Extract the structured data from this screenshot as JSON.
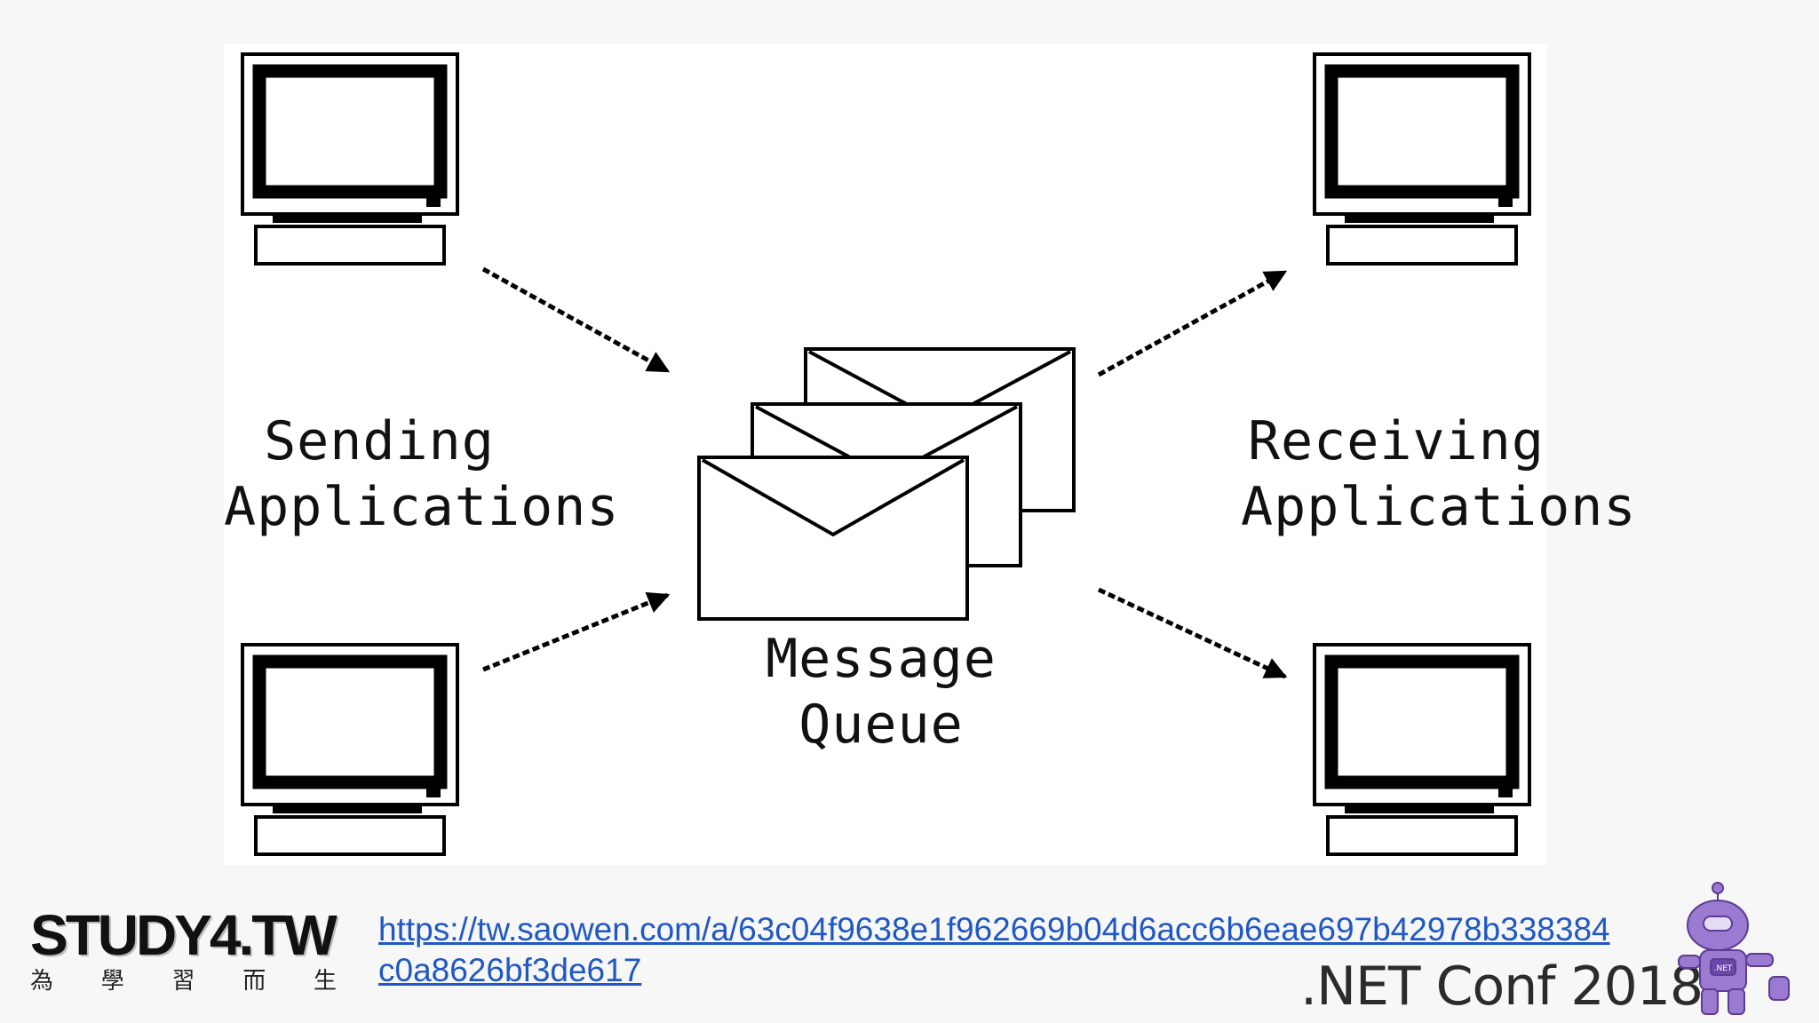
{
  "diagram": {
    "sending_label_line1": "Sending",
    "sending_label_line2": "Applications",
    "receiving_label_line1": "Receiving",
    "receiving_label_line2": "Applications",
    "queue_label_line1": "Message",
    "queue_label_line2": "Queue"
  },
  "footer": {
    "logo_text": "STUDY4.TW",
    "logo_subtitle_chars": [
      "為",
      "學",
      "習",
      "而",
      "生"
    ],
    "link_line1": "https://tw.saowen.com/a/63c04f9638e1f962669b04d6acc6b6eae697b42978b338384",
    "link_line2": "c0a8626bf3de617",
    "conf_title": ".NET Conf 2018",
    "mascot_badge": ".NET"
  },
  "colors": {
    "background": "#f7f7f7",
    "diagram_bg": "#ffffff",
    "link": "#1f58c4",
    "mascot": "#9b7ad1"
  }
}
